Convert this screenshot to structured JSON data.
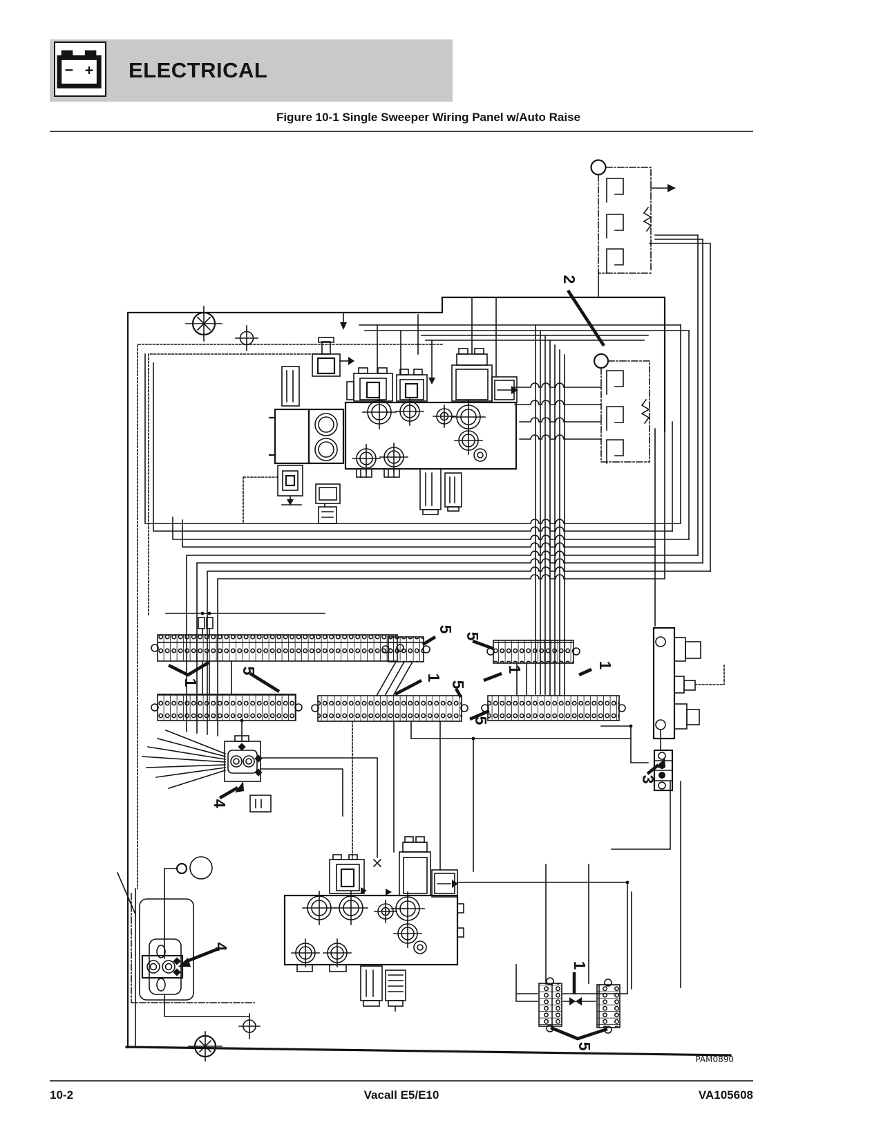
{
  "header": {
    "section_title": "ELECTRICAL",
    "battery": {
      "minus": "−",
      "plus": "+"
    }
  },
  "figure": {
    "title": "Figure 10-1 Single Sweeper Wiring Panel w/Auto Raise",
    "drawing_code": "PAM0890"
  },
  "diagram": {
    "callouts": {
      "c1": "1",
      "c2": "2",
      "c3": "3",
      "c4": "4",
      "c5": "5"
    }
  },
  "footer": {
    "page_number": "10-2",
    "model": "Vacall E5/E10",
    "document_number": "VA105608"
  },
  "colors": {
    "banner_gray": "#c9c9c9",
    "ink": "#141414",
    "paper": "#ffffff"
  }
}
